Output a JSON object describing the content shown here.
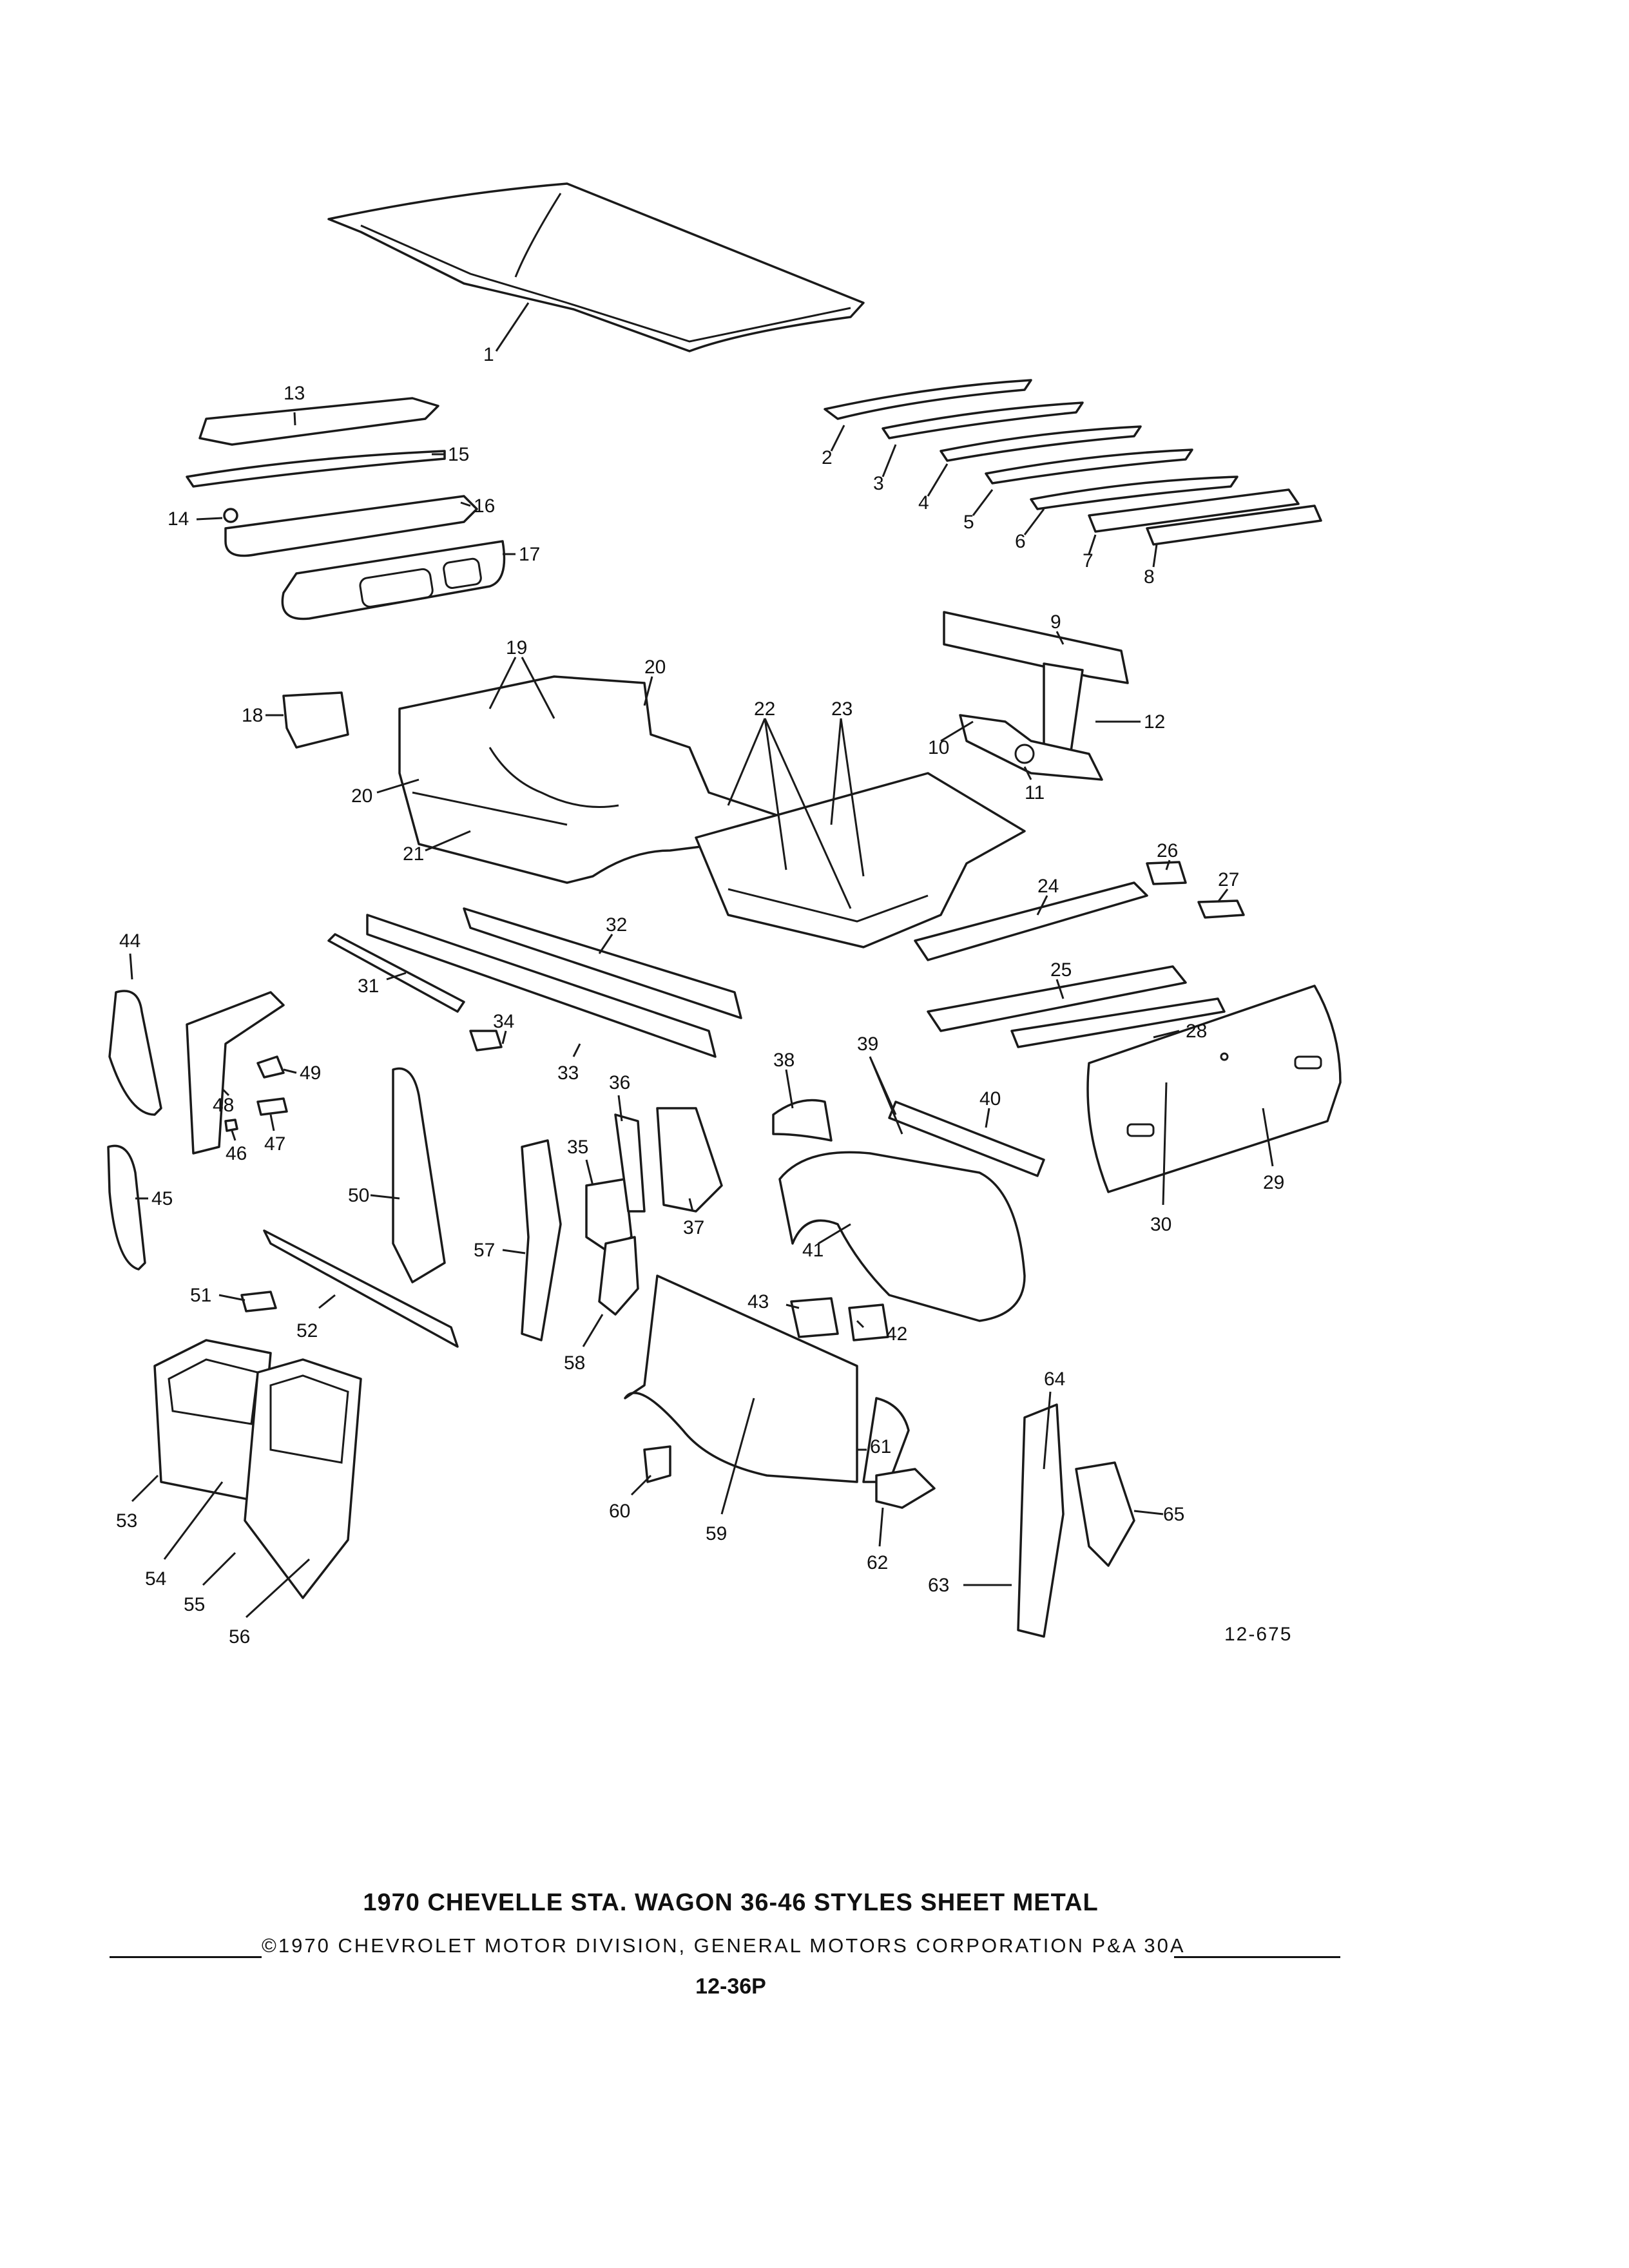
{
  "callouts": {
    "c1": "1",
    "c2": "2",
    "c3": "3",
    "c4": "4",
    "c5": "5",
    "c6": "6",
    "c7": "7",
    "c8": "8",
    "c9": "9",
    "c10": "10",
    "c11": "11",
    "c12": "12",
    "c13": "13",
    "c14": "14",
    "c15": "15",
    "c16": "16",
    "c17": "17",
    "c18": "18",
    "c19": "19",
    "c20a": "20",
    "c20b": "20",
    "c21": "21",
    "c22": "22",
    "c23": "23",
    "c24": "24",
    "c25": "25",
    "c26": "26",
    "c27": "27",
    "c28": "28",
    "c29": "29",
    "c30": "30",
    "c31": "31",
    "c32": "32",
    "c33": "33",
    "c34": "34",
    "c35": "35",
    "c36": "36",
    "c37": "37",
    "c38": "38",
    "c39": "39",
    "c40": "40",
    "c41": "41",
    "c42": "42",
    "c43": "43",
    "c44": "44",
    "c45": "45",
    "c46": "46",
    "c47": "47",
    "c48": "48",
    "c49": "49",
    "c50": "50",
    "c51": "51",
    "c52": "52",
    "c53": "53",
    "c54": "54",
    "c55": "55",
    "c56": "56",
    "c57": "57",
    "c58": "58",
    "c59": "59",
    "c60": "60",
    "c61": "61",
    "c62": "62",
    "c63": "63",
    "c64": "64",
    "c65": "65"
  },
  "figure_ref": "12-675",
  "title": "1970 CHEVELLE STA. WAGON 36-46 STYLES SHEET METAL",
  "copyright": "©1970 CHEVROLET MOTOR DIVISION, GENERAL MOTORS CORPORATION   P&A 30A",
  "page_number": "12-36P"
}
